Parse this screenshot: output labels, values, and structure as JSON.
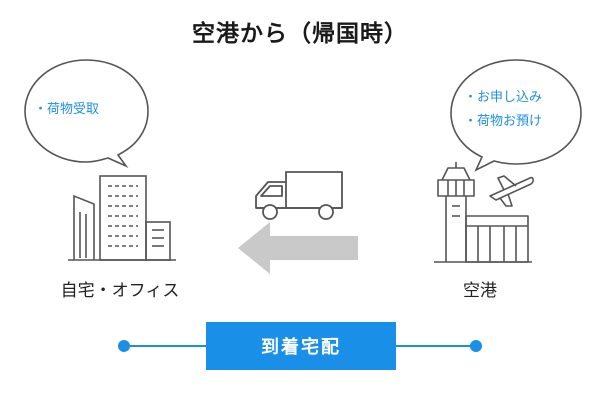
{
  "title": "空港から（帰国時）",
  "left_bubble": {
    "items": [
      "・荷物受取"
    ]
  },
  "right_bubble": {
    "items": [
      "・お申し込み",
      "・荷物お預け"
    ]
  },
  "left_place": {
    "label": "自宅・オフィス",
    "icon": "office-building-icon"
  },
  "right_place": {
    "label": "空港",
    "icon": "airport-tower-icon"
  },
  "badge": {
    "label": "到着宅配"
  },
  "colors": {
    "accent": "#1a8fe8",
    "bubble_text": "#1d8fe1",
    "arrow": "#c9c9c9",
    "line_art": "#555555"
  }
}
